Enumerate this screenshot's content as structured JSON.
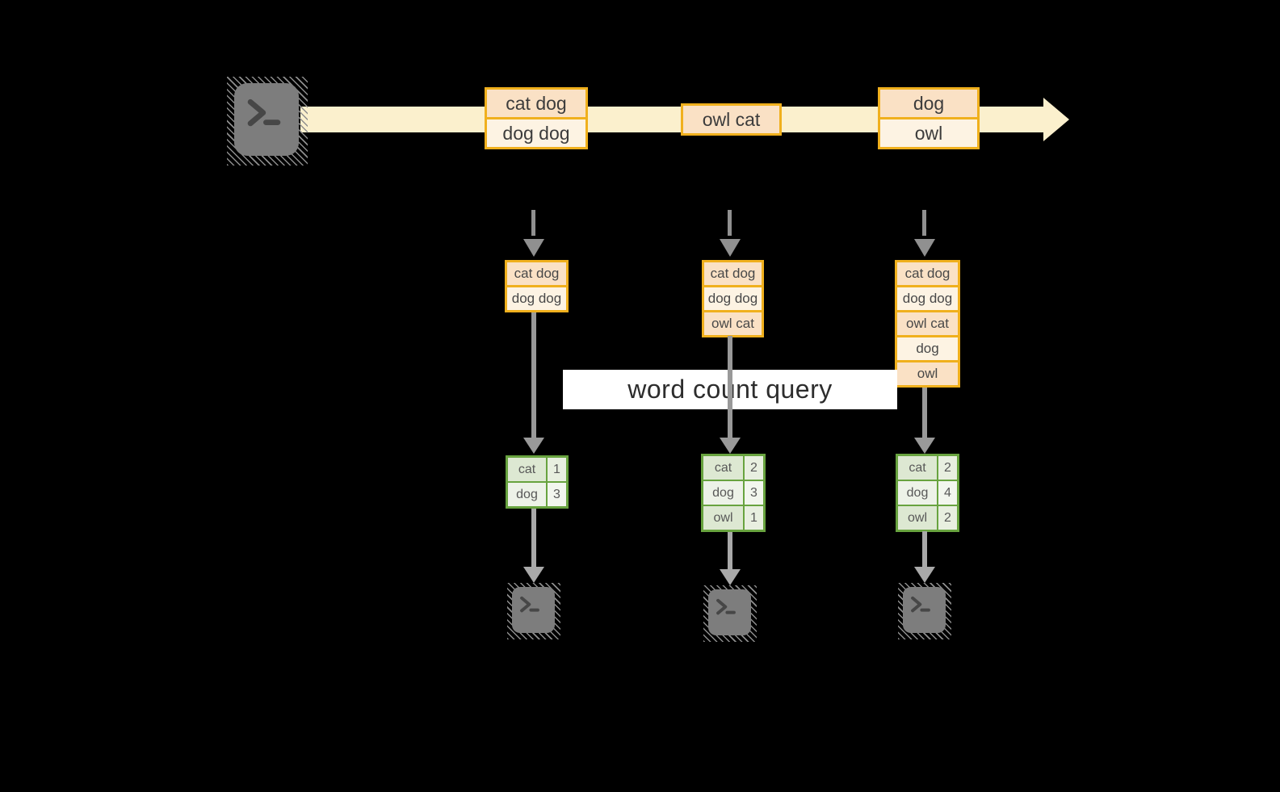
{
  "label": {
    "text": "word count query"
  },
  "stream": {
    "batches": [
      {
        "lines": [
          "cat dog",
          "dog dog"
        ]
      },
      {
        "lines": [
          "owl cat"
        ]
      },
      {
        "lines": [
          "dog",
          "owl"
        ]
      }
    ]
  },
  "columns": [
    {
      "state": [
        "cat dog",
        "dog dog"
      ],
      "counts": [
        {
          "word": "cat",
          "count": "1"
        },
        {
          "word": "dog",
          "count": "3"
        }
      ]
    },
    {
      "state": [
        "cat dog",
        "dog dog",
        "owl cat"
      ],
      "counts": [
        {
          "word": "cat",
          "count": "2"
        },
        {
          "word": "dog",
          "count": "3"
        },
        {
          "word": "owl",
          "count": "1"
        }
      ]
    },
    {
      "state": [
        "cat dog",
        "dog dog",
        "owl cat",
        "dog",
        "owl"
      ],
      "counts": [
        {
          "word": "cat",
          "count": "2"
        },
        {
          "word": "dog",
          "count": "4"
        },
        {
          "word": "owl",
          "count": "2"
        }
      ]
    }
  ],
  "colors": {
    "orange": "#f0b01d",
    "peach": "#fae1c5",
    "cream": "#fdf3e3",
    "band": "#fbf0cd",
    "green": "#68a33f",
    "sage_dark": "#dde8d2",
    "sage_light": "#edf2e8",
    "sage_val_dark": "#e8efe0",
    "sage_val_light": "#f2f6ee",
    "arrow": "#999999",
    "arrow_light": "#a9a9a9",
    "terminal": "#7d7d7d",
    "label_bg": "#ffffff"
  }
}
